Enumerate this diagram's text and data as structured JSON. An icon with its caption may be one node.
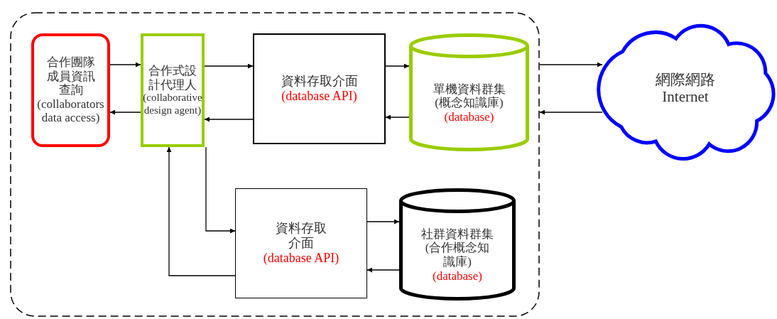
{
  "diagram": {
    "nodes": [
      {
        "text": [],
        "shape": "box"
      },
      {
        "text": [
          "合作團隊成員資訊查詢",
          "(collaborators data access)"
        ],
        "in": 0
      },
      {
        "text": [
          "合作式設計代理人",
          "(collaborative design agent)"
        ],
        "in": 0
      },
      {
        "text": [
          "資料存取介面",
          "(database API)"
        ],
        "in": 0
      },
      {
        "text": [
          "單機資料群集",
          "(概念知識庫)",
          "(database)"
        ],
        "in": 0
      },
      {
        "text": [
          "資料存取介面",
          "(database API)"
        ],
        "in": 0
      },
      {
        "text": [
          "社群資料群集",
          "(合作概念知識庫)",
          "(database)"
        ],
        "in": 0
      },
      {
        "text": [
          "網際網路",
          "Internet"
        ]
      }
    ],
    "edges": [
      {
        "from": 1,
        "to": 2,
        "arrow": "to"
      },
      {
        "from": 2,
        "to": 1,
        "arrow": "to"
      },
      {
        "from": 2,
        "to": 3,
        "arrow": "to"
      },
      {
        "from": 3,
        "to": 2,
        "arrow": "to"
      },
      {
        "from": 3,
        "to": 4,
        "arrow": "to"
      },
      {
        "from": 4,
        "to": 3,
        "arrow": "to"
      },
      {
        "from": 0,
        "to": 7,
        "arrow": "to"
      },
      {
        "from": 7,
        "to": 0,
        "arrow": "to"
      },
      {
        "from": 2,
        "to": 5,
        "arrow": "to"
      },
      {
        "from": 5,
        "to": 2,
        "arrow": "to"
      },
      {
        "from": 5,
        "to": 6,
        "arrow": "to"
      },
      {
        "from": 6,
        "to": 5,
        "arrow": "to"
      }
    ]
  }
}
